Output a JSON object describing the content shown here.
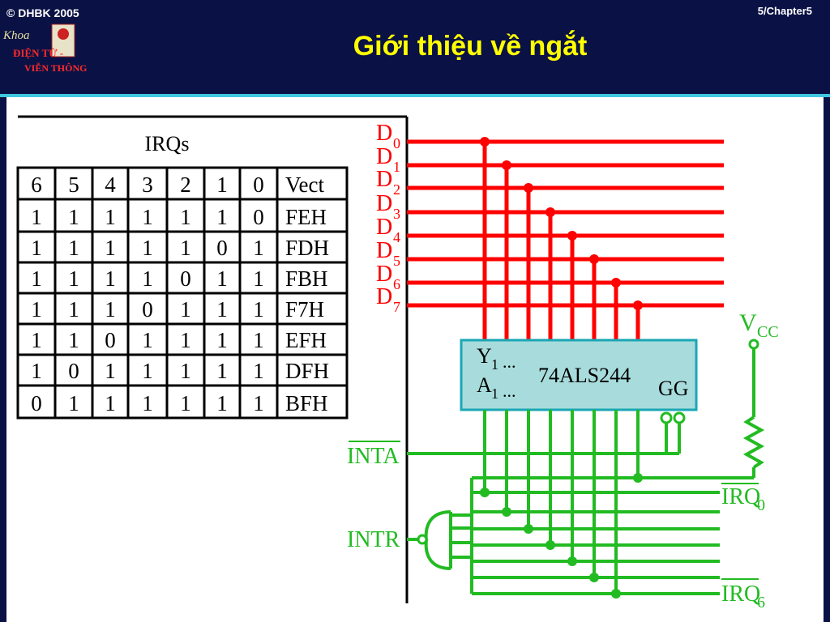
{
  "header": {
    "copyright": "© DHBK 2005",
    "slide_number": "5/Chapter5",
    "title": "Giới thiệu về ngắt"
  },
  "logo": {
    "line1": "Khoa",
    "line2": "ĐIỆN TỬ -",
    "line3": "VIỄN THÔNG"
  },
  "table": {
    "caption": "IRQs",
    "headers": [
      "6",
      "5",
      "4",
      "3",
      "2",
      "1",
      "0",
      "Vect"
    ],
    "rows": [
      [
        "1",
        "1",
        "1",
        "1",
        "1",
        "1",
        "0",
        "FEH"
      ],
      [
        "1",
        "1",
        "1",
        "1",
        "1",
        "0",
        "1",
        "FDH"
      ],
      [
        "1",
        "1",
        "1",
        "1",
        "0",
        "1",
        "1",
        "FBH"
      ],
      [
        "1",
        "1",
        "1",
        "0",
        "1",
        "1",
        "1",
        "F7H"
      ],
      [
        "1",
        "1",
        "0",
        "1",
        "1",
        "1",
        "1",
        "EFH"
      ],
      [
        "1",
        "0",
        "1",
        "1",
        "1",
        "1",
        "1",
        "DFH"
      ],
      [
        "0",
        "1",
        "1",
        "1",
        "1",
        "1",
        "1",
        "BFH"
      ]
    ]
  },
  "circuit": {
    "data_lines": [
      {
        "name": "D",
        "sub": "0"
      },
      {
        "name": "D",
        "sub": "1"
      },
      {
        "name": "D",
        "sub": "2"
      },
      {
        "name": "D",
        "sub": "3"
      },
      {
        "name": "D",
        "sub": "4"
      },
      {
        "name": "D",
        "sub": "5"
      },
      {
        "name": "D",
        "sub": "6"
      },
      {
        "name": "D",
        "sub": "7"
      }
    ],
    "chip": {
      "y_label": "Y",
      "y_sub": "1",
      "a_label": "A",
      "a_sub": "1",
      "ellipsis": "...",
      "name": "74ALS244",
      "gg": "GG"
    },
    "vcc": {
      "name": "V",
      "sub": "CC"
    },
    "inta": "INTA",
    "intr": "INTR",
    "irq_top": {
      "name": "IRQ",
      "sub": "0"
    },
    "irq_bottom": {
      "name": "IRQ",
      "sub": "6"
    }
  },
  "colors": {
    "header_bg": "#0a1145",
    "accent_line": "#40c8e0",
    "title": "#ffff00",
    "data_bus": "#ff0000",
    "control": "#22bb22",
    "chip_fill": "#a8dcdc",
    "chip_border": "#1aa7b5"
  }
}
